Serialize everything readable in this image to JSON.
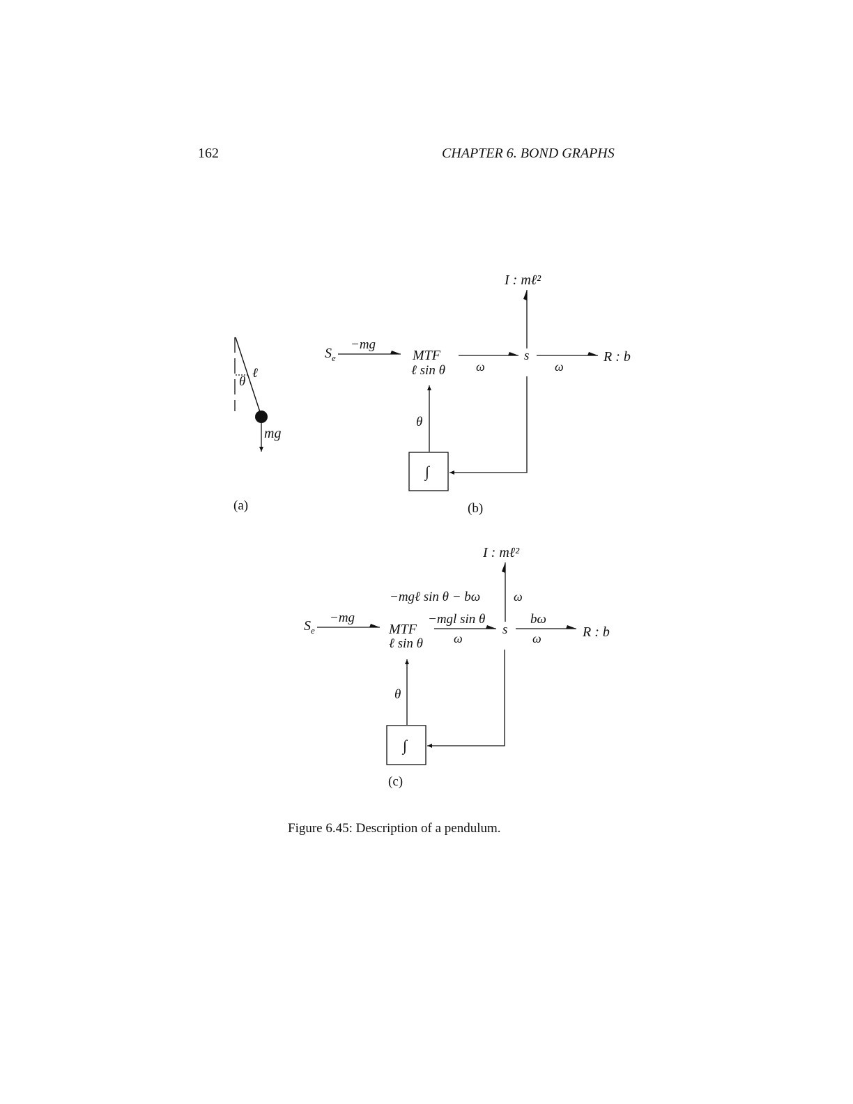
{
  "header": {
    "page_number": "162",
    "running_title": "CHAPTER 6. BOND GRAPHS"
  },
  "figure": {
    "caption": "Figure 6.45: Description of a pendulum.",
    "panel_a": {
      "label": "(a)",
      "length": "ℓ",
      "angle": "θ",
      "weight": "mg"
    },
    "panel_b": {
      "label": "(b)",
      "source": "S",
      "source_sub": "e",
      "source_bond": "−mg",
      "mtf": "MTF",
      "modulus": "ℓ sin θ",
      "bond_to_s_flow": "ω",
      "junction": "s",
      "bond_to_r_flow": "ω",
      "resistor": "R : b",
      "inertia": "I : mℓ²",
      "angle_signal": "θ",
      "integrator": "∫"
    },
    "panel_c": {
      "label": "(c)",
      "source": "S",
      "source_sub": "e",
      "source_bond": "−mg",
      "mtf": "MTF",
      "modulus": "ℓ sin θ",
      "bond_to_s_effort": "−mgl sin θ",
      "bond_to_s_flow": "ω",
      "junction": "s",
      "bond_to_r_effort": "bω",
      "bond_to_r_flow": "ω",
      "resistor": "R : b",
      "inertia": "I : mℓ²",
      "inertia_effort": "−mgℓ sin θ − bω",
      "inertia_flow": "ω",
      "angle_signal": "θ",
      "integrator": "∫"
    }
  }
}
